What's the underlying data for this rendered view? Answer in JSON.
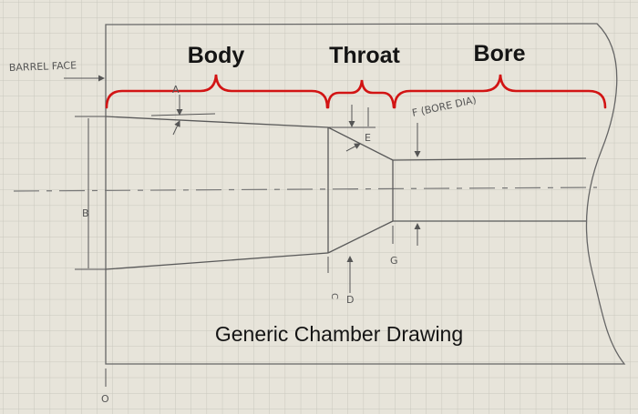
{
  "sections": {
    "body": "Body",
    "throat": "Throat",
    "bore": "Bore"
  },
  "annotations": {
    "barrel_face": "BARREL FACE",
    "a": "A",
    "b": "B",
    "c": "C",
    "d": "D",
    "e": "E",
    "f": "F (BORE DIA)",
    "g": "G",
    "o": "O"
  },
  "caption": "Generic Chamber Drawing",
  "colors": {
    "bracket": "#d21414",
    "pencil": "#555555",
    "grid": "#c9c7bd",
    "paper": "#e7e4da"
  }
}
